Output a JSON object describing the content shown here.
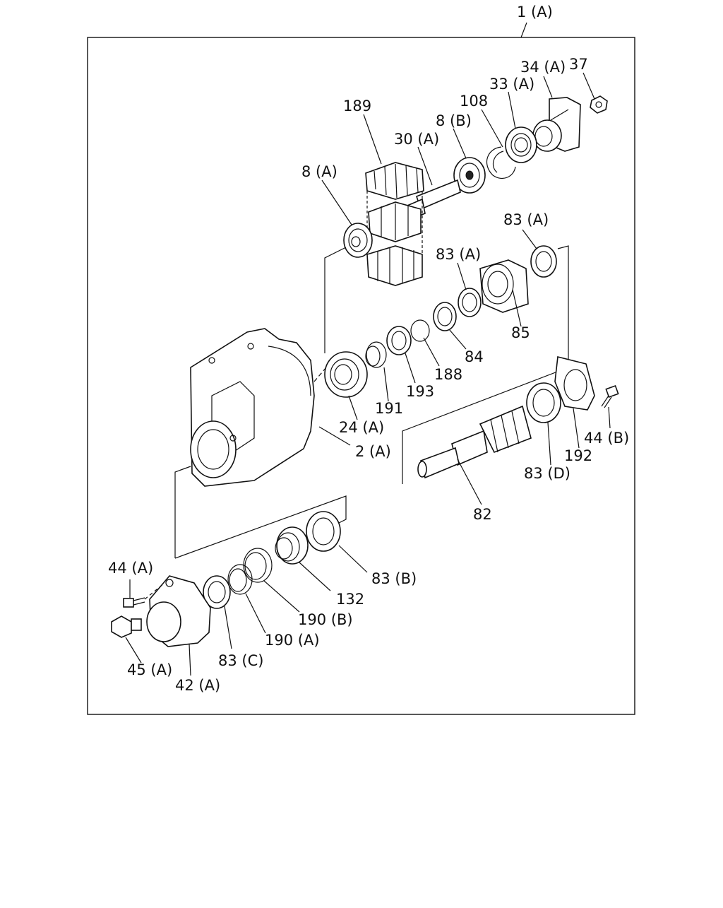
{
  "diagram": {
    "assembly_label": "1 (A)",
    "labels": {
      "p34A": "34 (A)",
      "p37": "37",
      "p33A": "33 (A)",
      "p108": "108",
      "p189": "189",
      "p8B": "8 (B)",
      "p30A": "30 (A)",
      "p8A": "8 (A)",
      "p83A_top": "83 (A)",
      "p83A_mid": "83 (A)",
      "p85": "85",
      "p84": "84",
      "p188": "188",
      "p193": "193",
      "p191": "191",
      "p24A": "24 (A)",
      "p2A": "2 (A)",
      "p44B": "44 (B)",
      "p192": "192",
      "p83D": "83 (D)",
      "p82": "82",
      "p83B": "83 (B)",
      "p132": "132",
      "p190B": "190 (B)",
      "p190A": "190 (A)",
      "p83C": "83 (C)",
      "p44A": "44 (A)",
      "p45A": "45 (A)",
      "p42A": "42 (A)"
    }
  }
}
